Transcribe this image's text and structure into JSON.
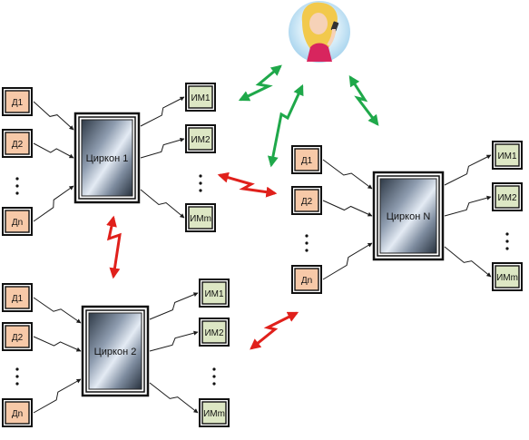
{
  "colors": {
    "sensor_fill": "#f7c9a8",
    "actuator_fill": "#dde7c4",
    "red_link": "#e0201b",
    "green_link": "#1fa84a",
    "wire": "#1a1a1a"
  },
  "user_icon": "woman-with-phone-icon",
  "controllers": [
    {
      "id": "c1",
      "label": "Циркон 1",
      "sensors": [
        "Д1",
        "Д2",
        "Дn"
      ],
      "actuators": [
        "ИМ1",
        "ИМ2",
        "ИМm"
      ]
    },
    {
      "id": "c2",
      "label": "Циркон 2",
      "sensors": [
        "Д1",
        "Д2",
        "Дn"
      ],
      "actuators": [
        "ИМ1",
        "ИМ2",
        "ИМm"
      ]
    },
    {
      "id": "cn",
      "label": "Циркон N",
      "sensors": [
        "Д1",
        "Д2",
        "Дn"
      ],
      "actuators": [
        "ИМ1",
        "ИМ2",
        "ИМm"
      ]
    }
  ]
}
